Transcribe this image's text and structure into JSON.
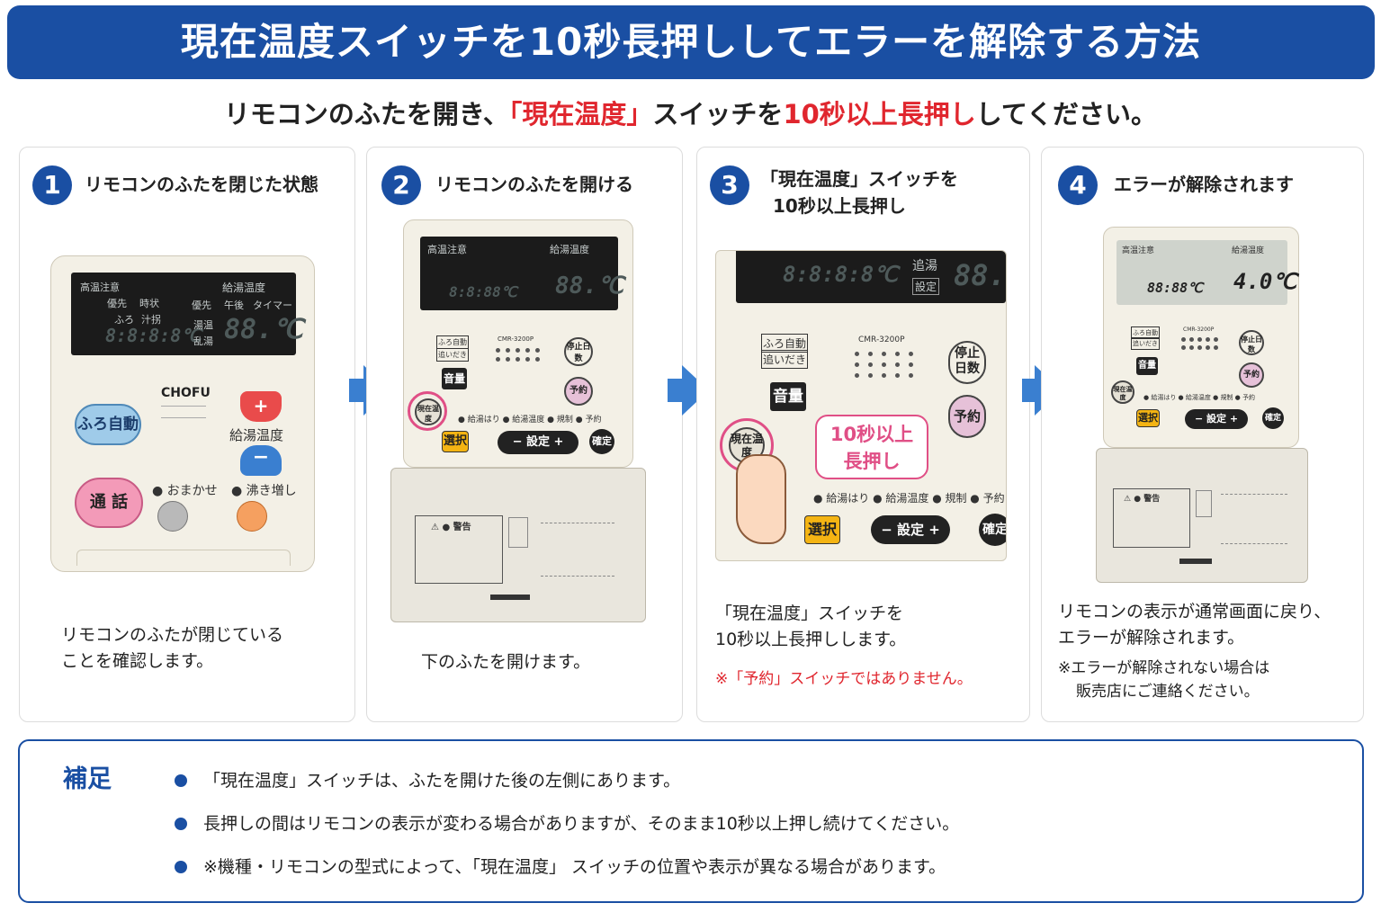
{
  "banner": {
    "title": "現在温度スイッチを10秒長押ししてエラーを解除する方法"
  },
  "subtitle": {
    "part1": "リモコンのふたを開き、",
    "part2": "「現在温度」",
    "part3": "スイッチを",
    "part4": "10秒以上長押し",
    "part5": "してください。"
  },
  "steps": [
    {
      "num": "1",
      "title": "リモコンのふたを閉じた状態",
      "desc_line1": "リモコンのふたが閉じている",
      "desc_line2": "ことを確認します。"
    },
    {
      "num": "2",
      "title": "リモコンのふたを開ける",
      "desc_line1": "下のふたを開けます。"
    },
    {
      "num": "3",
      "title_line1": "「現在温度」スイッチを",
      "title_line2": "10秒以上長押し",
      "desc_line1": "「現在温度」スイッチを",
      "desc_line2": "10秒以上長押しします。",
      "note": "※「予約」スイッチではありません。"
    },
    {
      "num": "4",
      "title": "エラーが解除されます",
      "desc_line1": "リモコンの表示が通常画面に戻り、",
      "desc_line2": "エラーが解除されます。",
      "note_line1": "※エラーが解除されない場合は",
      "note_line2": "販売店にご連絡ください。"
    }
  ],
  "device1": {
    "brand": "CHOFU",
    "lcd_left_label": "高温注意",
    "lcd_sub1": "優先",
    "lcd_sub2": "時状",
    "lcd_sub3": "ふろ",
    "lcd_sub4": "汁拐",
    "lcd_right_label": "給湯温度",
    "lcd_r1": "優先",
    "lcd_r2": "午後",
    "lcd_r3": "タイマー",
    "lcd_r4": "湯温",
    "lcd_r5": "乱湯",
    "digits_left": "8:8:8:8℃",
    "digits_right": "88.℃",
    "bath_btn": "ふろ自動",
    "call_btn": "通 話",
    "temp_label": "給湯温度",
    "omakase": "● おまかせ",
    "wakimashi": "● 沸き増し",
    "plus": "+",
    "minus": "−"
  },
  "device2": {
    "model": "CMR-3200P",
    "vol": "音量",
    "stop_btn": "停止日数",
    "reserve_btn": "予約",
    "genzai_btn": "現在温度",
    "select_btn": "選択",
    "setting_pill": "− 設定 +",
    "confirm_btn": "確定",
    "labels": "● 給湯はり  ● 給湯温度  ● 規制  ● 予約",
    "warning": "⚠ ● 警告",
    "lcd_left_label": "高温注意",
    "lcd_right_label": "給湯温度",
    "digits_left": "8:8:88℃",
    "digits_right": "88.℃",
    "furo": "ふろ自動",
    "oidaki": "追いだき"
  },
  "device3": {
    "model": "CMR-3200P",
    "vol": "音量",
    "stop_btn": "停止日数",
    "reserve_btn": "予約",
    "genzai_btn": "現在温度",
    "select_btn": "選択",
    "setting_pill": "− 設定 +",
    "confirm_btn": "確定",
    "labels": "● 給湯はり  ● 給湯温度  ● 規制  ● 予約",
    "bubble_line1": "10秒以上",
    "bubble_line2": "長押し",
    "digits_left": "8:8:8:8℃",
    "digits_right": "88.",
    "label_setei": "設定",
    "label_tsuika": "追湯",
    "furo": "ふろ自動",
    "oidaki": "追いだき"
  },
  "device4": {
    "model": "CMR-3200P",
    "vol": "音量",
    "stop_btn": "停止日数",
    "reserve_btn": "予約",
    "genzai_btn": "現在温度",
    "select_btn": "選択",
    "setting_pill": "− 設定 +",
    "confirm_btn": "確定",
    "labels": "● 給湯はり  ● 給湯温度  ● 規制  ● 予約",
    "warning": "⚠ ● 警告",
    "lcd_left_label": "高温注意",
    "lcd_right_label": "給湯温度",
    "digits_left": "88:88℃",
    "digits_right": "4.0℃",
    "furo": "ふろ自動",
    "oidaki": "追いだき"
  },
  "supplement": {
    "title": "補足",
    "items": [
      "「現在温度」スイッチは、ふたを開けた後の左側にあります。",
      "長押しの間はリモコンの表示が変わる場合がありますが、そのまま10秒以上押し続けてください。",
      "※機種・リモコンの型式によって、「現在温度」 スイッチの位置や表示が異なる場合があります。"
    ]
  },
  "colors": {
    "brand_blue": "#1a4fa3",
    "accent_red": "#e0262e",
    "highlight_pink": "#e04f86",
    "arrow_blue": "#3a7fd0"
  }
}
